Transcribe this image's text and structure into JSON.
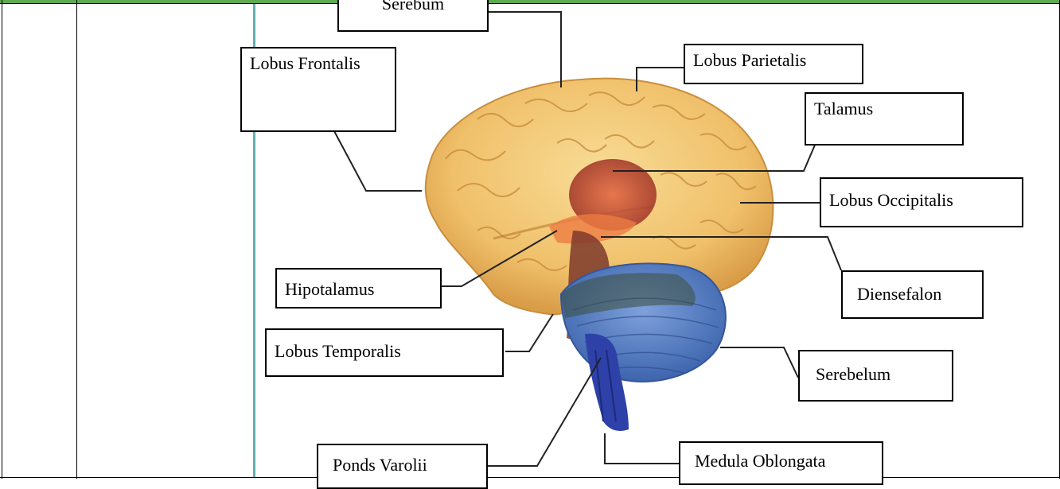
{
  "diagram": {
    "labels": {
      "serebum": "Serebum",
      "lobus_frontalis": "Lobus Frontalis",
      "lobus_parietalis": "Lobus Parietalis",
      "talamus": "Talamus",
      "lobus_occipitalis": "Lobus Occipitalis",
      "hipotalamus": "Hipotalamus",
      "diensefalon": "Diensefalon",
      "lobus_temporalis": "Lobus Temporalis",
      "serebelum": "Serebelum",
      "ponds_varolii": "Ponds Varolii",
      "medula_oblongata": "Medula Oblongata"
    },
    "colors": {
      "cerebrum": "#f2c771",
      "cerebrum_shadow": "#d9a14e",
      "thalamus": "#b2402f",
      "hypothalamus": "#e86a3a",
      "brainstem": "#7a2d2a",
      "cerebellum": "#5a83c6",
      "medulla": "#2c3fa8",
      "table_header": "#5cab4f"
    }
  }
}
